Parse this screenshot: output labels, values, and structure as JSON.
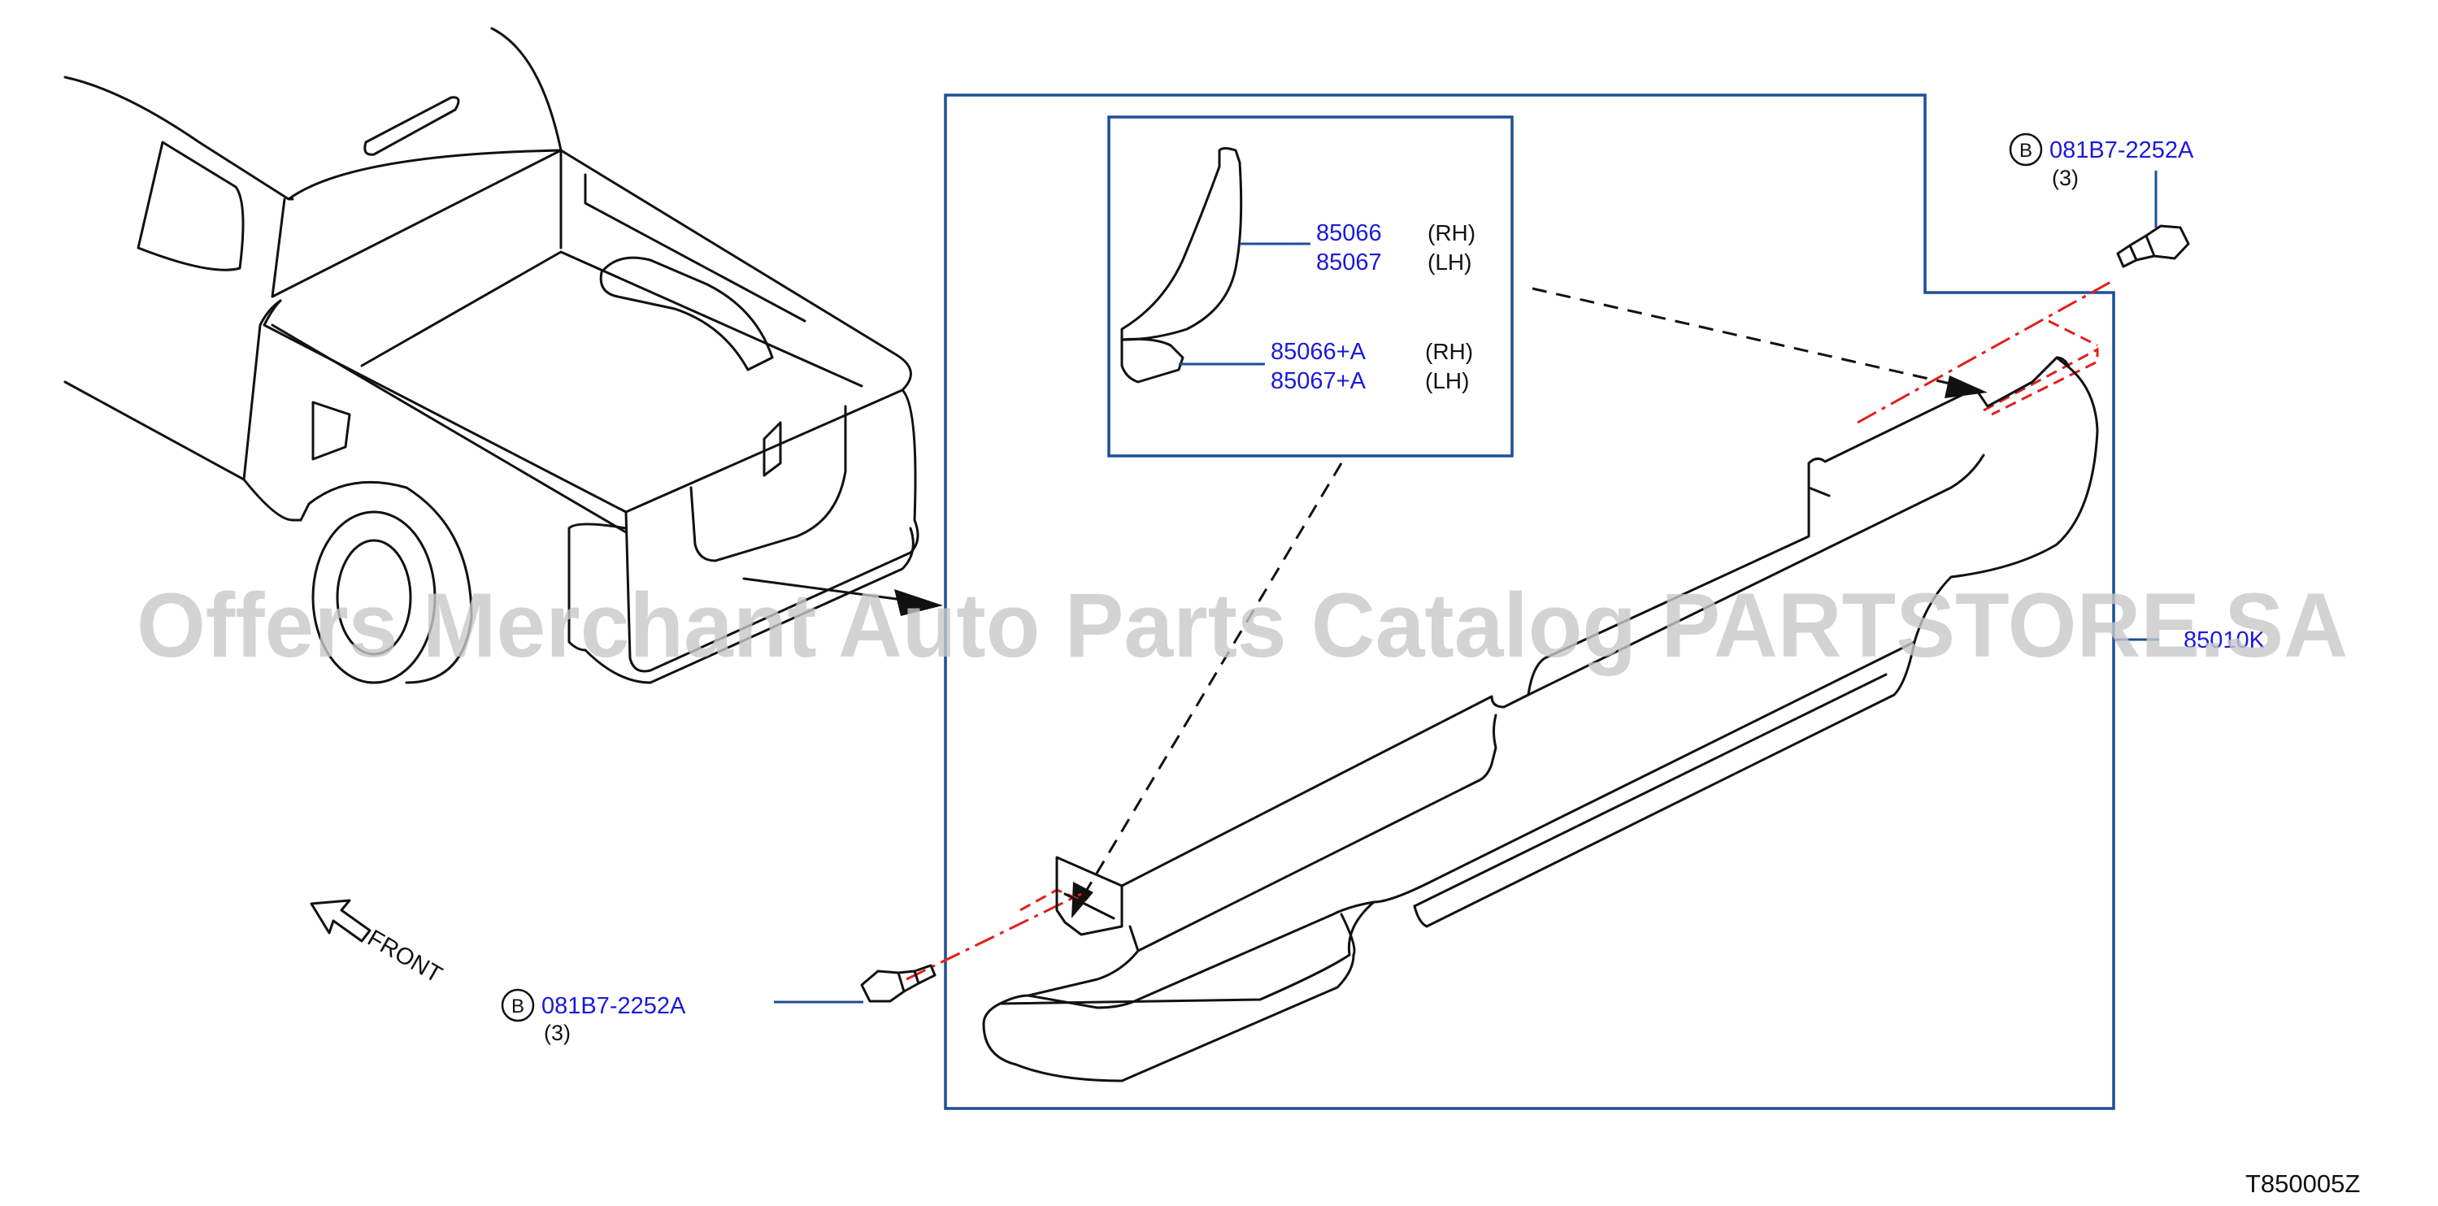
{
  "parts": {
    "finisher_rh": {
      "number": "85066",
      "side": "(RH)"
    },
    "finisher_lh": {
      "number": "85067",
      "side": "(LH)"
    },
    "clip_rh": {
      "number": "85066+A",
      "side": "(RH)"
    },
    "clip_lh": {
      "number": "85067+A",
      "side": "(LH)"
    },
    "bumper": {
      "number": "85010K"
    },
    "bolt_top": {
      "marker": "B",
      "number": "081B7-2252A",
      "qty": "(3)"
    },
    "bolt_bottom": {
      "marker": "B",
      "number": "081B7-2252A",
      "qty": "(3)"
    }
  },
  "front_label": "FRONT",
  "diagram_code": "T850005Z",
  "watermark": "Offers Merchant Auto Parts Catalog PARTSTORE.SA",
  "colors": {
    "part_number": "#1a1adb",
    "box": "#1f4e96",
    "centerline": "#e0201c",
    "ink": "#111111",
    "watermark": "#c8c8c8"
  }
}
